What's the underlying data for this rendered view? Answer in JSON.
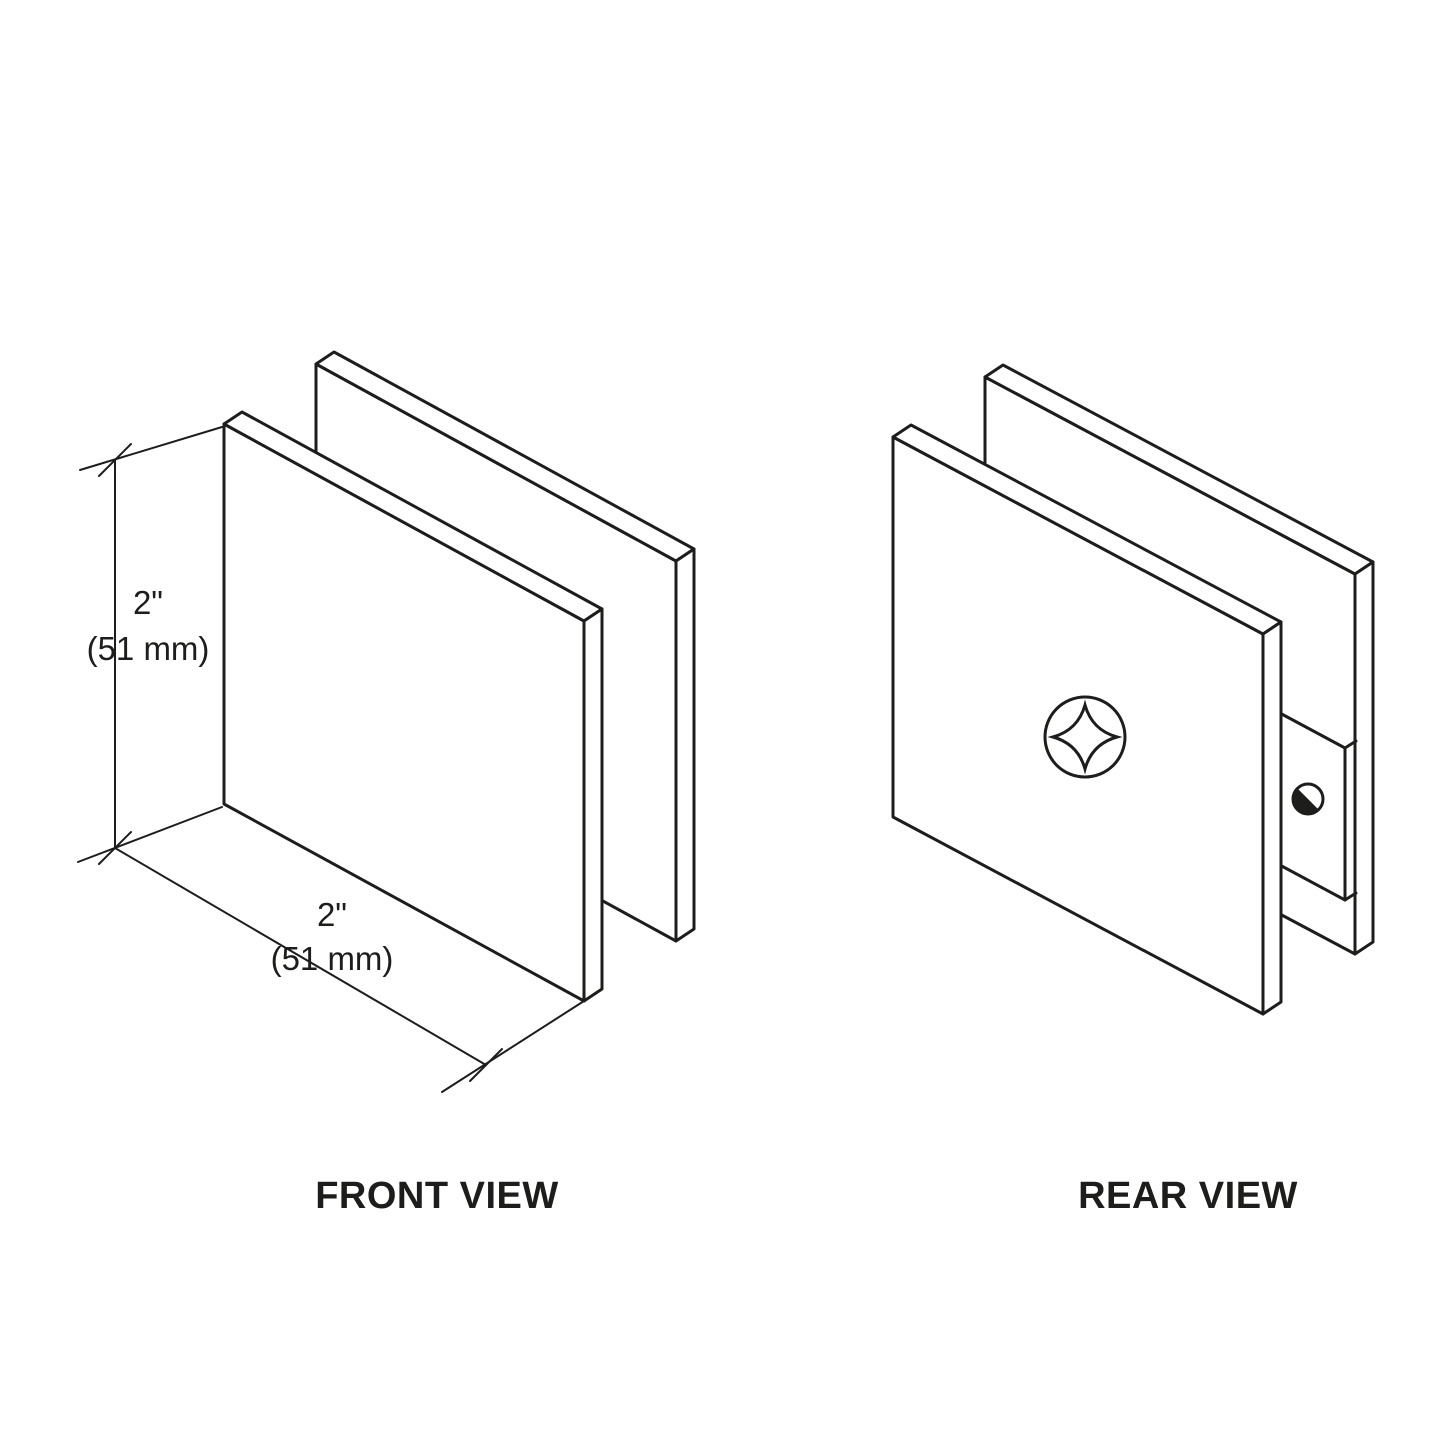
{
  "colors": {
    "line": "#1d1d1b",
    "background": "#ffffff"
  },
  "front_view": {
    "label": "FRONT VIEW",
    "height_dimension": {
      "value": "2\"",
      "metric": "(51 mm)"
    },
    "width_dimension": {
      "value": "2\"",
      "metric": "(51 mm)"
    }
  },
  "rear_view": {
    "label": "REAR VIEW"
  },
  "icons": {
    "screw": "phillips-screw-head-icon",
    "hole": "side-mounting-hole-icon"
  }
}
